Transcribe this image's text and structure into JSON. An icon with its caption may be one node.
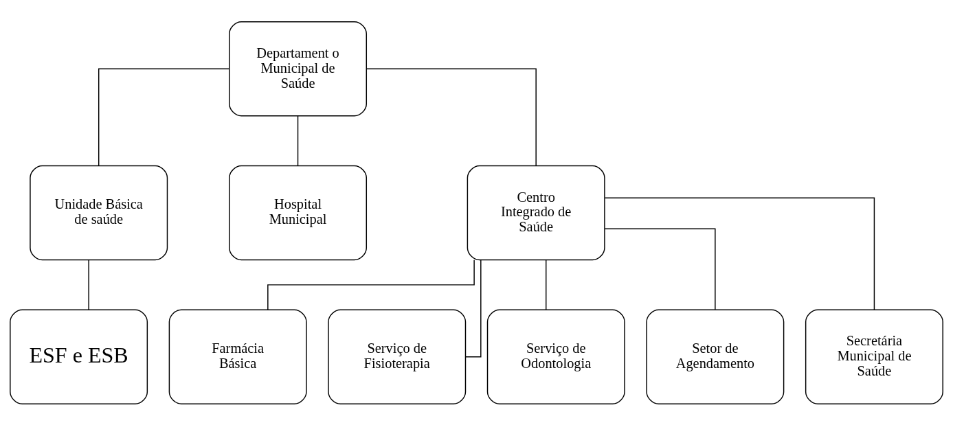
{
  "diagram": {
    "nodes": [
      {
        "text": [
          "Departament o Municipal de Saúde"
        ]
      },
      {
        "text": [
          "Unidade Básica de saúde"
        ]
      },
      {
        "text": [
          "Hospital Municipal"
        ]
      },
      {
        "text": [
          "Centro Integrado de Saúde"
        ]
      },
      {
        "text": [
          "ESF e ESB"
        ]
      },
      {
        "text": [
          "Farmácia Básica"
        ]
      },
      {
        "text": [
          "Serviço de Fisioterapia"
        ]
      },
      {
        "text": [
          "Serviço de Odontologia"
        ]
      },
      {
        "text": [
          "Setor de Agendamento"
        ]
      },
      {
        "text": [
          "Secretária Municipal de Saúde"
        ]
      }
    ],
    "edges": [
      {
        "from": 0,
        "to": 1,
        "arrow": "none"
      },
      {
        "from": 0,
        "to": 2,
        "arrow": "none"
      },
      {
        "from": 0,
        "to": 3,
        "arrow": "none"
      },
      {
        "from": 1,
        "to": 4,
        "arrow": "none"
      },
      {
        "from": 3,
        "to": 5,
        "arrow": "none"
      },
      {
        "from": 3,
        "to": 6,
        "arrow": "none"
      },
      {
        "from": 3,
        "to": 7,
        "arrow": "none"
      },
      {
        "from": 3,
        "to": 8,
        "arrow": "none"
      },
      {
        "from": 3,
        "to": 9,
        "arrow": "none"
      }
    ]
  }
}
